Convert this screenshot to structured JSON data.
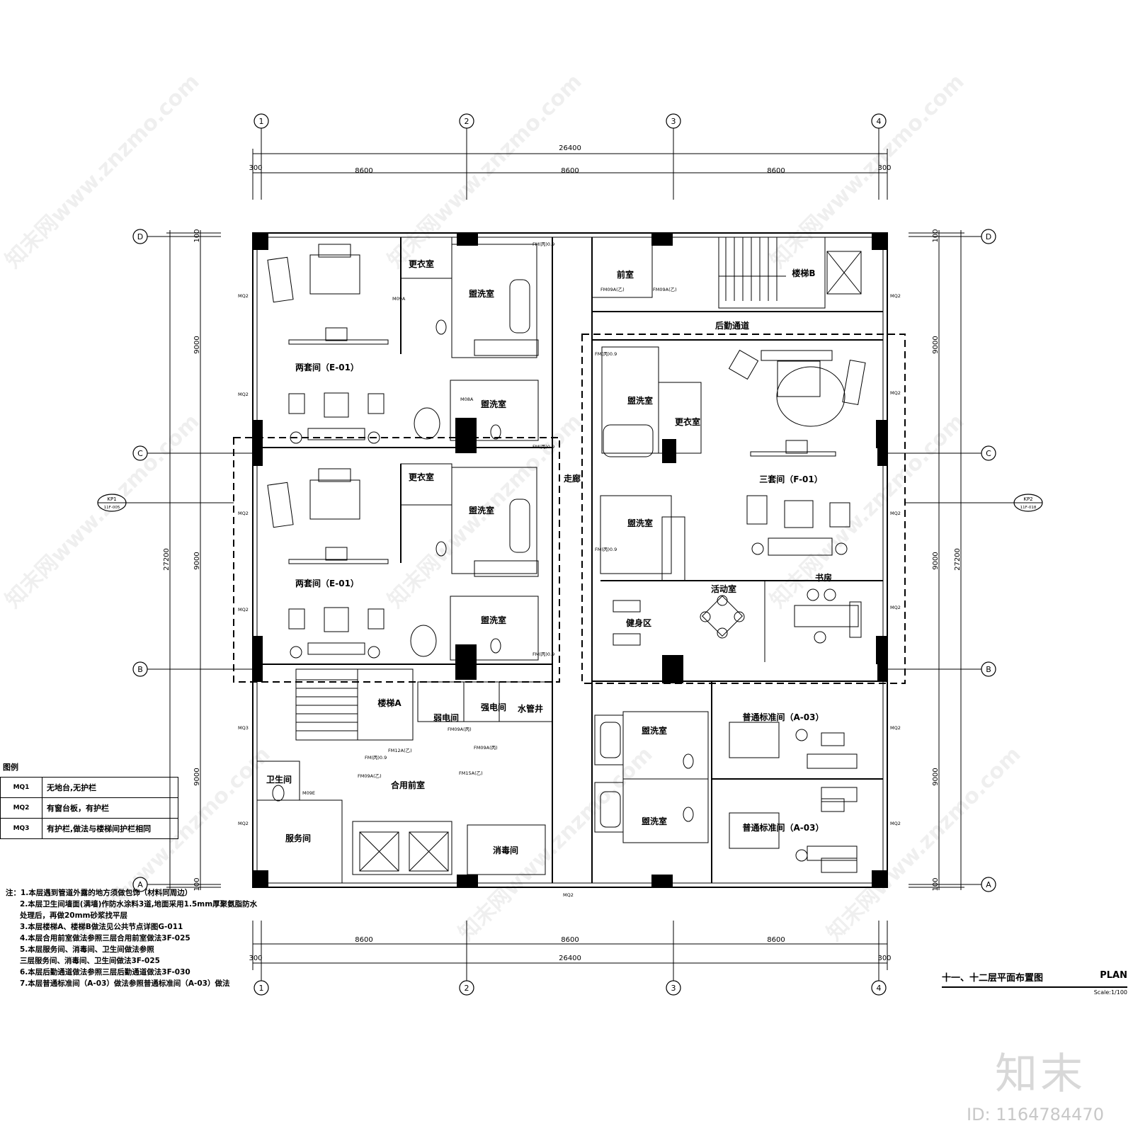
{
  "grid": {
    "columns": [
      "1",
      "2",
      "3",
      "4"
    ],
    "rows": [
      "D",
      "C",
      "B",
      "A"
    ]
  },
  "dimensions": {
    "top_total": "26400",
    "top_edge_left": "300",
    "top_edge_right": "300",
    "spans": [
      "8600",
      "8600",
      "8600"
    ],
    "bottom_total": "26400",
    "bottom_edge_left": "300",
    "bottom_edge_right": "300",
    "vertical_total_left": "27200",
    "vertical_total_right": "27200",
    "vertical_spans": [
      "9000",
      "9000",
      "9000"
    ],
    "vertical_edge_top": "100",
    "vertical_edge_bottom": "100"
  },
  "callouts": {
    "kp1": "KP1",
    "kp1_ref": "11F-005",
    "kp2": "KP2",
    "kp2_ref": "11F-018"
  },
  "rooms": {
    "suite_e01_a": "两套间（E-01）",
    "suite_e01_b": "两套间（E-01）",
    "dressing_1": "更衣室",
    "dressing_2": "更衣室",
    "dressing_3": "更衣室",
    "bath_1": "盥洗室",
    "bath_2": "盥洗室",
    "bath_3": "盥洗室",
    "bath_4": "盥洗室",
    "bath_5": "盥洗室",
    "bath_6": "盥洗室",
    "bath_7": "盥洗室",
    "bath_8": "盥洗室",
    "anteroom": "前室",
    "stair_b": "楼梯B",
    "rear_corridor": "后勤通道",
    "corridor": "走廊",
    "suite_f01": "三套间（F-01）",
    "activity": "活动室",
    "study": "书房",
    "gym": "健身区",
    "stair_a": "楼梯A",
    "weak_elec": "弱电间",
    "strong_elec": "强电间",
    "water_shaft": "水管井",
    "shared_anteroom": "合用前室",
    "restroom": "卫生间",
    "service": "服务间",
    "disinfect": "消毒间",
    "std_a03_1": "普通标准间（A-03）",
    "std_a03_2": "普通标准间（A-03）"
  },
  "door_tags": {
    "fm09a_yi_1": "FM09A(乙)",
    "fm09a_yi_2": "FM09A(乙)",
    "fm_bing_1": "FM(丙)0.9",
    "fm_bing_2": "FM(丙)0.9",
    "fm_bing_3": "FM(丙)0.9",
    "fm_bing_4": "FM(丙)0.9",
    "fm_bing_5": "FM(丙)0.9",
    "fm_bing_6": "FM(丙)0.9",
    "fm09a_bing_1": "FM09A(丙)",
    "fm09a_bing_2": "FM09A(丙)",
    "fm12a_yi": "FM12A(乙)",
    "fm15a_yi": "FM15A(乙)",
    "fm09a_yi_3": "FM09A(乙)",
    "m09a": "M09A",
    "m08a": "M08A",
    "m09e": "M09E",
    "mq2": "MQ2",
    "mq3": "MQ3"
  },
  "legend": {
    "title": "图例",
    "rows": [
      {
        "code": "MQ1",
        "desc": "无地台,无护栏"
      },
      {
        "code": "MQ2",
        "desc": "有窗台板，有护栏"
      },
      {
        "code": "MQ3",
        "desc": "有护栏,做法与楼梯间护栏相同"
      }
    ]
  },
  "notes": [
    "注：1.本层遇到管道外露的地方须做包饰（材料同周边）",
    "2.本层卫生间墙面(满墙)作防水涂料3道,地面采用1.5mm厚聚氨脂防水",
    "处理后，再做20mm砂浆找平层",
    "3.本层楼梯A、楼梯B做法见公共节点详图G-011",
    "4.本层合用前室做法参照三层合用前室做法3F-025",
    "5.本层服务间、消毒间、卫生间做法参照",
    "三层服务间、消毒间、卫生间做法3F-025",
    "6.本层后勤通道做法参照三层后勤通道做法3F-030",
    "7.本层普通标准间（A-03）做法参照普通标准间（A-03）做法"
  ],
  "title_block": {
    "title": "十一、十二层平面布置图",
    "plan": "PLAN",
    "scale": "Scale:1/100"
  },
  "watermark": {
    "text": "知末网www.znzmo.com",
    "brand": "知末",
    "id": "ID: 1164784470"
  }
}
